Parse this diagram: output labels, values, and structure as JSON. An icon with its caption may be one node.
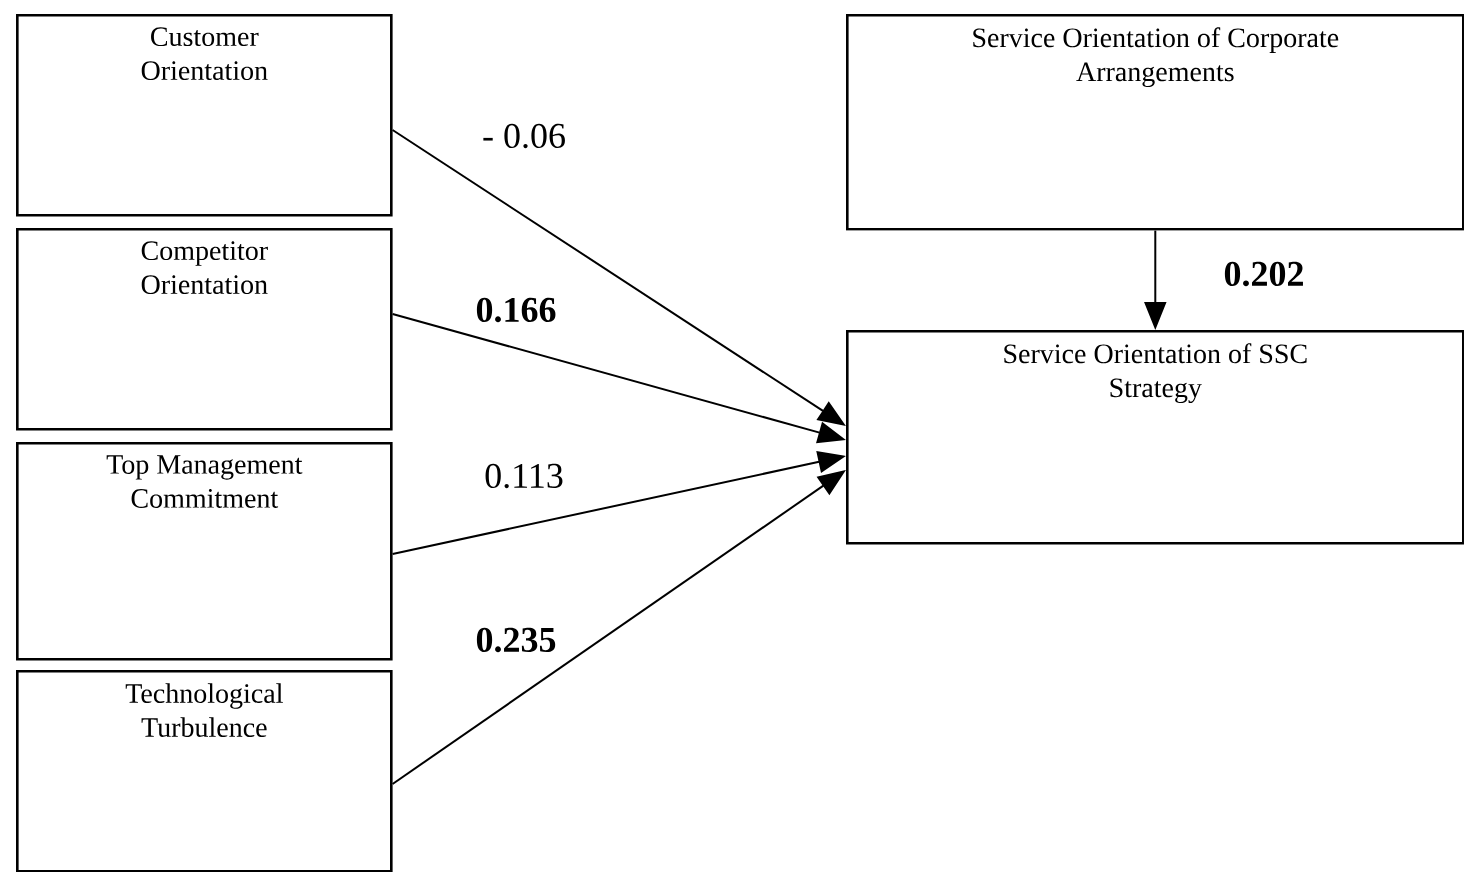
{
  "diagram": {
    "nodes": [
      {
        "text": [
          "Customer Orientation"
        ]
      },
      {
        "text": [
          "Competitor Orientation"
        ]
      },
      {
        "text": [
          "Top Management Commitment"
        ]
      },
      {
        "text": [
          "Technological Turbulence"
        ]
      },
      {
        "text": [
          "Service Orientation of Corporate Arrangements"
        ]
      },
      {
        "text": [
          "Service Orientation of SSC Strategy"
        ]
      }
    ],
    "edges": [
      {
        "from": 0,
        "to": 5,
        "arrow": "to",
        "label": "- 0.06"
      },
      {
        "from": 1,
        "to": 5,
        "arrow": "to",
        "label": "0.166"
      },
      {
        "from": 2,
        "to": 5,
        "arrow": "to",
        "label": "0.113"
      },
      {
        "from": 3,
        "to": 5,
        "arrow": "to",
        "label": "0.235"
      },
      {
        "from": 4,
        "to": 5,
        "arrow": "to",
        "label": "0.202"
      }
    ]
  }
}
